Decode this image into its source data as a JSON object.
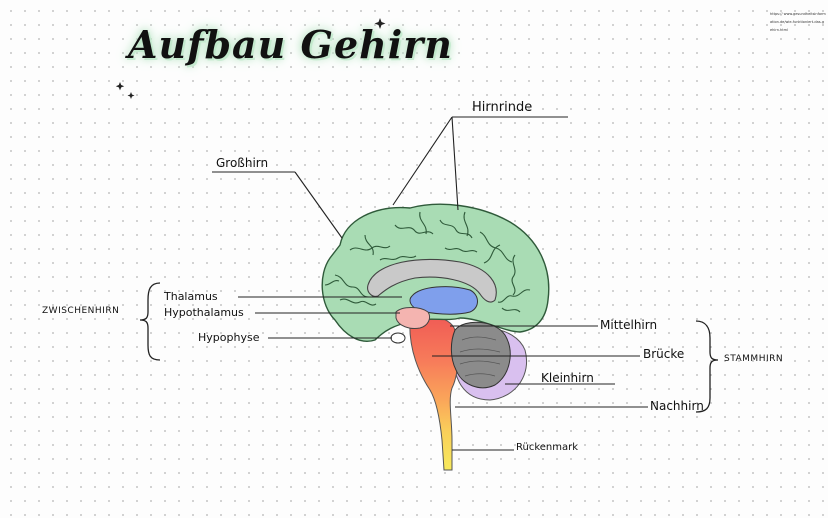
{
  "title": "Aufbau Gehirn",
  "source_text": "https:// www.gesundheitsinformation.de/wie-funktioniert-das-gehirn.html",
  "labels": {
    "hirnrinde": "Hirnrinde",
    "grosshirn": "Großhirn",
    "zwischenhirn": "ZWISCHENHIRN",
    "thalamus": "Thalamus",
    "hypothalamus": "Hypothalamus",
    "hypophyse": "Hypophyse",
    "mittelhirn": "Mittelhirn",
    "bruecke": "Brücke",
    "kleinhirn": "Kleinhirn",
    "nachhirn": "Nachhirn",
    "rueckenmark": "Rückenmark",
    "stammhirn": "STAMMHIRN"
  },
  "colors": {
    "cortex": "#a9dcb4",
    "cortex_line": "#2f5a3a",
    "corpus_callosum": "#c9c9c9",
    "ventricle": "#8fa8e8",
    "cerebellum": "#8a8a8a",
    "cerebellum_back": "#d4b8ea",
    "brainstem_top": "#f2645a",
    "brainstem_mid": "#f9a45b",
    "spinal_cord": "#f8e65a",
    "title_glow": "#b7e3c2"
  }
}
